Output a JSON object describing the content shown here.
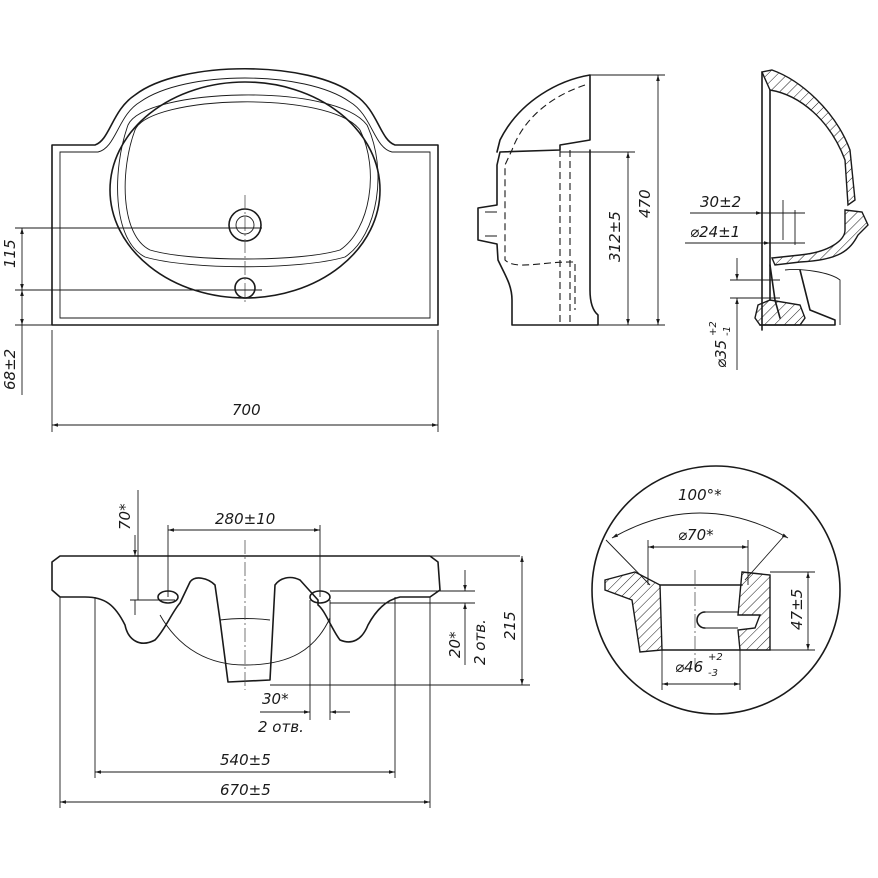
{
  "top_view": {
    "width_dim": "700",
    "hole_spacing_dim": "115",
    "edge_dim": "68±2"
  },
  "side_view": {
    "overflow_height_dim": "312±5",
    "height_dim": "470"
  },
  "section_view": {
    "overflow_dim": "30±2",
    "overflow_dia_dim": "⌀24±1",
    "drain_dia_dim": "⌀35",
    "drain_dia_tol_upper": "+2",
    "drain_dia_tol_lower": "-1"
  },
  "front_view": {
    "hole_depth_dim": "70*",
    "hole_spacing_dim": "280±10",
    "hole_height_dim": "20*",
    "hole_count_note_right": "2 отв.",
    "depth_dim": "215",
    "hole_dia_dim": "30*",
    "hole_count_note_bottom": "2 отв.",
    "inner_width_dim": "540±5",
    "outer_width_dim": "670±5"
  },
  "detail_view": {
    "angle_dim": "100°*",
    "top_dia_dim": "⌀70*",
    "height_dim": "47±5",
    "bottom_dia_dim": "⌀46",
    "bottom_dia_tol_upper": "+2",
    "bottom_dia_tol_lower": "-3"
  }
}
